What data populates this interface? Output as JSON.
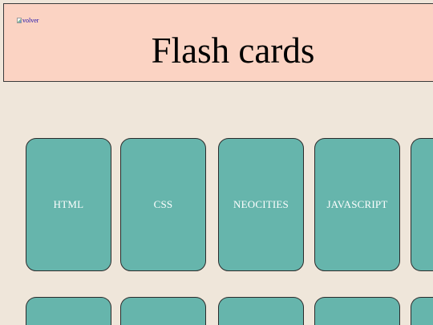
{
  "header": {
    "back_link_alt": "volver",
    "title": "Flash cards"
  },
  "cards": [
    {
      "label": "HTML"
    },
    {
      "label": "CSS"
    },
    {
      "label": "NEOCITIES"
    },
    {
      "label": "JAVASCRIPT"
    },
    {
      "label": ""
    },
    {
      "label": ""
    },
    {
      "label": ""
    },
    {
      "label": ""
    },
    {
      "label": ""
    },
    {
      "label": ""
    }
  ],
  "colors": {
    "page_background": "#efe6da",
    "header_background": "#fbd3c3",
    "card_background": "#66b5ac",
    "card_text": "#ffffff"
  },
  "icons": {
    "back_link": "broken-image-icon"
  }
}
